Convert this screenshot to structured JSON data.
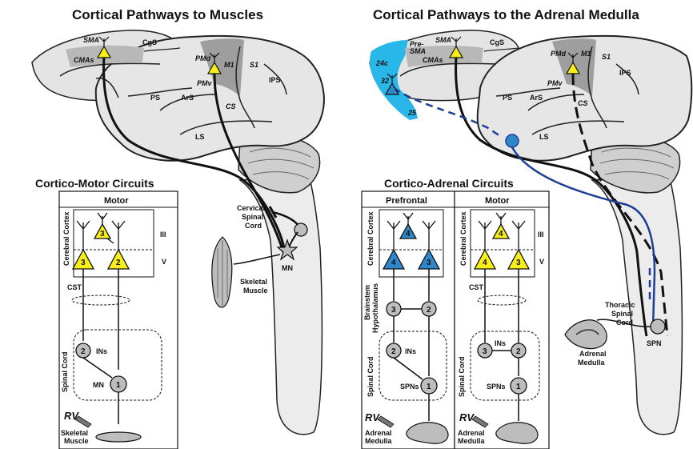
{
  "left": {
    "title": "Cortical Pathways to Muscles",
    "circuits_title": "Cortico-Motor Circuits",
    "box_title": "Motor",
    "labels": {
      "sma": "SMA",
      "cmas": "CMAs",
      "cgs": "CgS",
      "pmd": "PMd",
      "m1": "M1",
      "s1": "S1",
      "ips": "IPS",
      "ps": "PS",
      "ars": "ArS",
      "pmv": "PMv",
      "cs": "CS",
      "ls": "LS",
      "cervical": "Cervical",
      "spinal": "Spinal",
      "cord": "Cord",
      "skeletal": "Skeletal",
      "muscle": "Muscle",
      "mn": "MN"
    },
    "circuit": {
      "cerebral_cortex": "Cerebral Cortex",
      "layer3": "III",
      "layer5": "V",
      "cst": "CST",
      "spinal_cord": "Spinal Cord",
      "ins": "INs",
      "mn": "MN",
      "rv": "RV",
      "skeletal": "Skeletal",
      "muscle": "Muscle",
      "n3a": "3",
      "n3b": "3",
      "n2a": "2",
      "n2b": "2",
      "n1": "1"
    }
  },
  "right": {
    "title": "Cortical Pathways to the Adrenal Medulla",
    "circuits_title": "Cortico-Adrenal Circuits",
    "labels": {
      "pre": "Pre-",
      "sma": "SMA",
      "sma2": "SMA",
      "cmas": "CMAs",
      "cgs": "CgS",
      "a24c": "24c",
      "a32": "32",
      "a25": "25",
      "pmd": "PMd",
      "m1": "M1",
      "s1": "S1",
      "ips": "IPS",
      "ps": "PS",
      "ars": "ArS",
      "pmv": "PMv",
      "cs": "CS",
      "ls": "LS",
      "thoracic": "Thoracic",
      "spinal": "Spinal",
      "cord": "Cord",
      "spn": "SPN",
      "adrenal": "Adrenal",
      "medulla": "Medulla"
    },
    "prefrontal": {
      "box_title": "Prefrontal",
      "cerebral_cortex": "Cerebral Cortex",
      "brainstem": "Brainstem",
      "hypothalamus": "Hypothalamus",
      "spinal_cord": "Spinal Cord",
      "ins": "INs",
      "spns": "SPNs",
      "rv": "RV",
      "adrenal": "Adrenal",
      "medulla": "Medulla",
      "n4a": "4",
      "n4b": "4",
      "n3a": "3",
      "n3b": "3",
      "n2a": "2",
      "n2b": "2",
      "n1": "1"
    },
    "motor": {
      "box_title": "Motor",
      "cerebral_cortex": "Cerebral Cortex",
      "layer3": "III",
      "layer5": "V",
      "cst": "CST",
      "spinal_cord": "Spinal Cord",
      "ins": "INs",
      "spns": "SPNs",
      "rv": "RV",
      "adrenal": "Adrenal",
      "medulla": "Medulla",
      "n4a": "4",
      "n4b": "4",
      "n3a": "3",
      "n3b": "3",
      "n2": "2",
      "n1": "1"
    }
  },
  "colors": {
    "yellow": "#f7ee1a",
    "blue": "#2f86c8",
    "cyan_area": "#29b6e8",
    "dark_blue_path": "#1d3f94",
    "gray_cortex": "#d9d9d9",
    "dark_gray": "#9a9a9a"
  }
}
